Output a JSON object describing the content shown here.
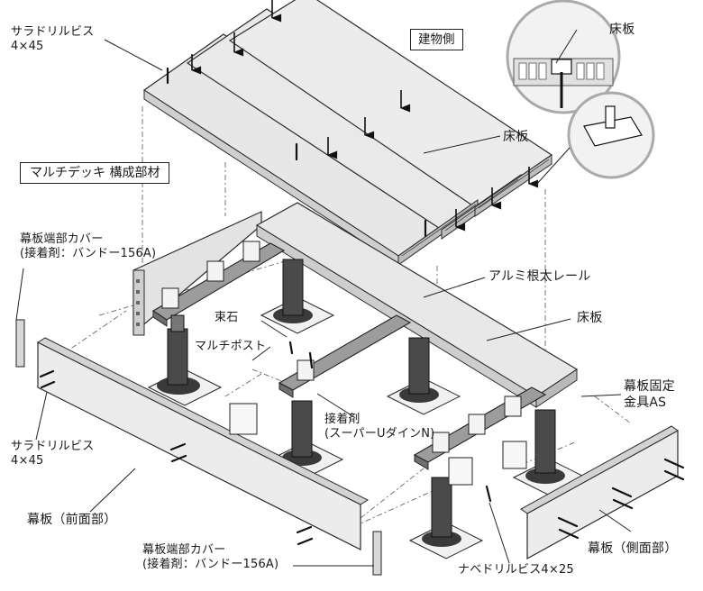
{
  "figure": {
    "group_title": "マルチデッキ 構成部材",
    "building_side": "建物側",
    "labels": {
      "screw_top": [
        "サラドリルビス",
        "4×45"
      ],
      "floor_board_detail": "床板",
      "floor_board_top": "床板",
      "end_cover_left": [
        "幕板端部カバー",
        "(接着剤：バンドー156A)"
      ],
      "aluminum_rail": "アルミ根太レール",
      "floor_board_mid": "床板",
      "foundation_stone": "束石",
      "multi_post": "マルチポスト",
      "fascia_bracket": [
        "幕板固定",
        "金具AS"
      ],
      "adhesive": [
        "接着剤",
        "(スーパーUダインN)"
      ],
      "screw_left": [
        "サラドリルビス",
        "4×45"
      ],
      "fascia_front": "幕板（前面部）",
      "end_cover_bottom": [
        "幕板端部カバー",
        "(接着剤：バンドー156A)"
      ],
      "screw_bottom": "ナベドリルビス4×25",
      "fascia_side": "幕板（側面部）"
    }
  },
  "colors": {
    "line": "#2b2b2b",
    "board_fill": "#e6e6e6",
    "board_edge": "#c9c9c9",
    "rail_fill": "#9a9a9a",
    "post_dark": "#3a3a3a",
    "stone_fill": "#f0f0f0"
  }
}
